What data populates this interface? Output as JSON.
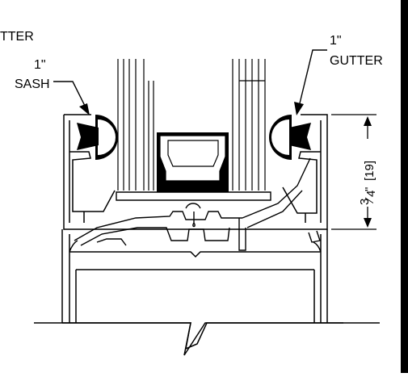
{
  "labels": {
    "gutter_left_partial": "TTER",
    "sash_size": "1\"",
    "sash": "SASH",
    "gutter_size": "1\"",
    "gutter": "GUTTER"
  },
  "dimension": {
    "fraction_numerator": "3",
    "fraction_denominator": "4",
    "imperial_suffix": "\"",
    "metric": "[19]"
  },
  "colors": {
    "line": "#000000",
    "background": "#ffffff",
    "edge_bar": "#000000"
  }
}
